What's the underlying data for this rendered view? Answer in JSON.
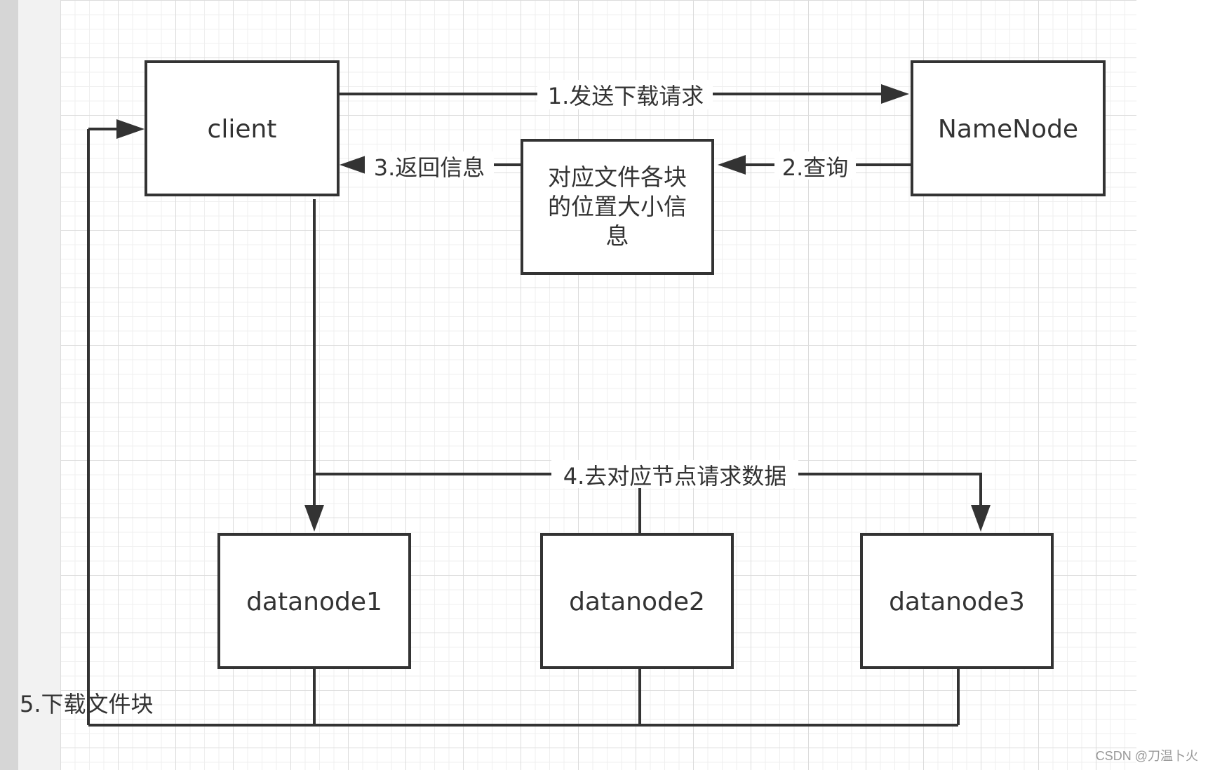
{
  "nodes": {
    "client": "client",
    "namenode": "NameNode",
    "block_info_line1": "对应文件各块",
    "block_info_line2": "的位置大小信",
    "block_info_line3": "息",
    "datanode1": "datanode1",
    "datanode2": "datanode2",
    "datanode3": "datanode3"
  },
  "edges": {
    "send_request": "1.发送下载请求",
    "query": "2.查询",
    "return_info": "3.返回信息",
    "request_data": "4.去对应节点请求数据",
    "download_blocks": "5.下载文件块"
  },
  "watermark": "CSDN @刀温卜火",
  "colors": {
    "stroke": "#333333",
    "grid": "#dcdcdc"
  }
}
